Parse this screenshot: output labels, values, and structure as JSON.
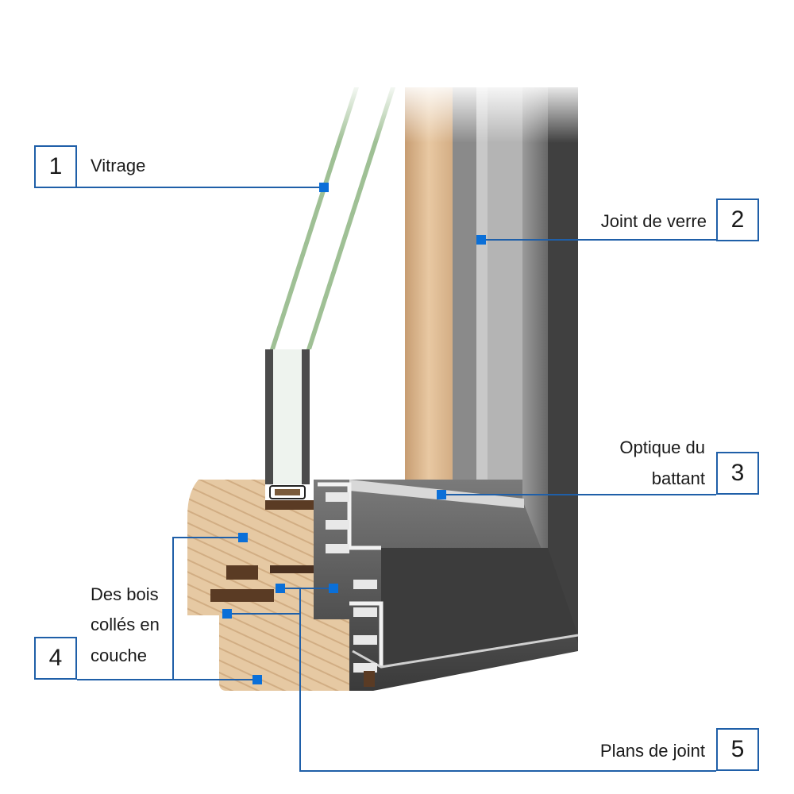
{
  "callouts": [
    {
      "number": "1",
      "label": "Vitrage"
    },
    {
      "number": "2",
      "label": "Joint de verre"
    },
    {
      "number": "3",
      "label_lines": [
        "Optique du",
        "battant"
      ]
    },
    {
      "number": "4",
      "label_lines": [
        "Des bois",
        "collés en",
        "couche"
      ]
    },
    {
      "number": "5",
      "label": "Plans de joint"
    }
  ],
  "colors": {
    "accent": "#1f5fa8",
    "marker": "#0a6fd8",
    "aluminium": "#4a4a4a",
    "wood": "#d9b48a",
    "glass": "#a9c7a0"
  }
}
